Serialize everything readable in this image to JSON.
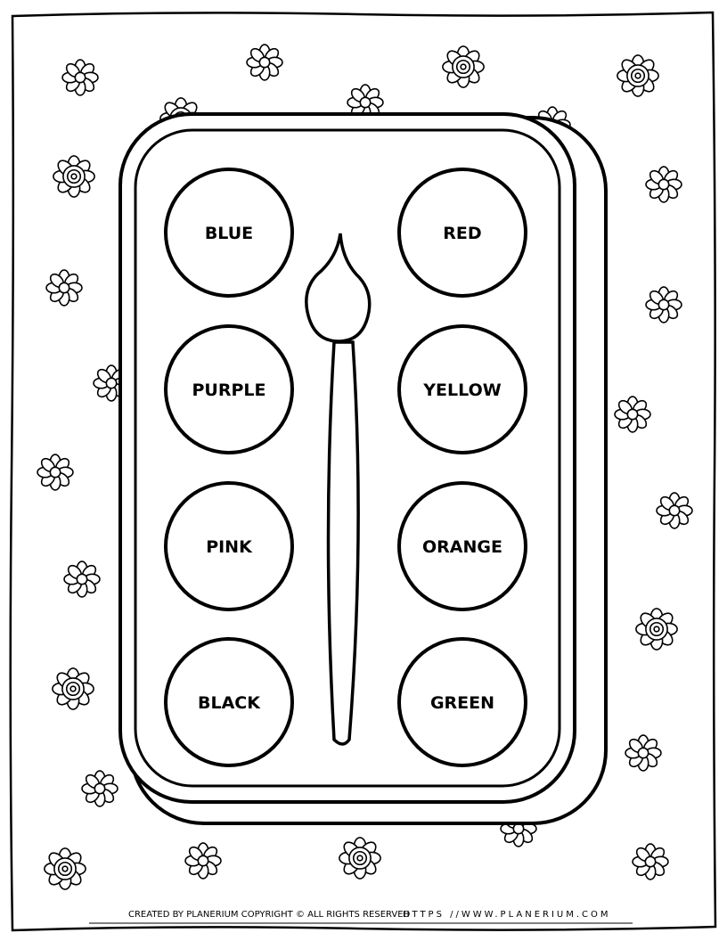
{
  "colors": [
    "BLUE",
    "RED",
    "PURPLE",
    "YELLOW",
    "PINK",
    "ORANGE",
    "BLACK",
    "GREEN"
  ],
  "footer": {
    "credit": "CREATED BY PLANERIUM COPYRIGHT © ALL RIGHTS RESERVED",
    "url": "HTTPS //WWW.PLANERIUM.COM"
  },
  "ink_color": "#000000"
}
